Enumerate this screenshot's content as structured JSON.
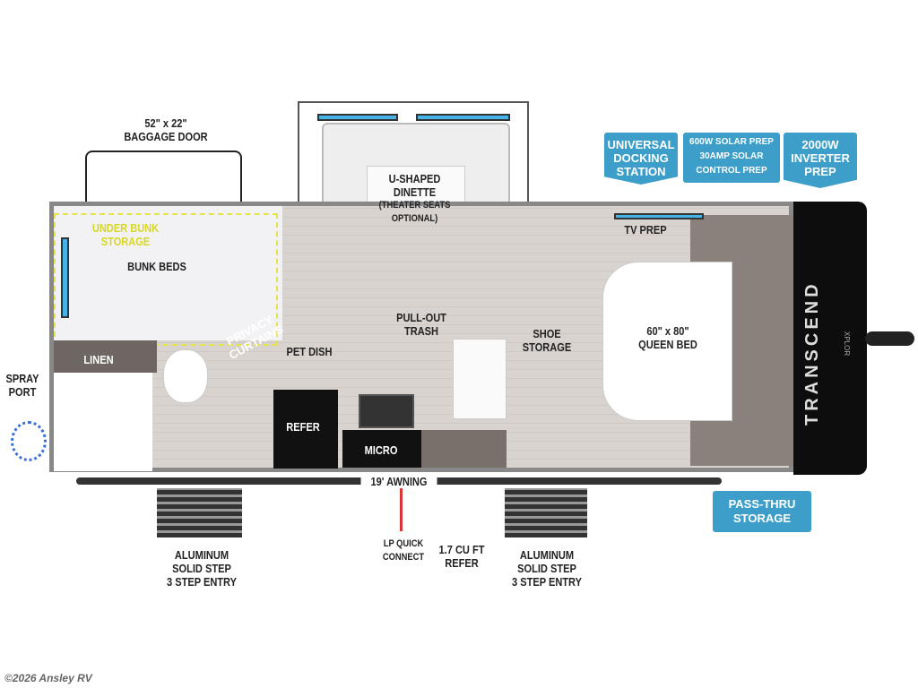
{
  "badges": {
    "docking": "UNIVERSAL DOCKING STATION",
    "solar": [
      "600W SOLAR PREP",
      "30AMP SOLAR",
      "CONTROL PREP"
    ],
    "inverter": "2000W INVERTER PREP",
    "pass_thru": "PASS-THRU STORAGE"
  },
  "labels": {
    "baggage": [
      "52\" x 22\"",
      "BAGGAGE DOOR"
    ],
    "dinette": [
      "U-SHAPED",
      "DINETTE",
      "(THEATER SEATS",
      "OPTIONAL)"
    ],
    "under_bunk": [
      "UNDER BUNK",
      "STORAGE"
    ],
    "bunk_beds": "BUNK BEDS",
    "linen": "LINEN",
    "privacy": [
      "PRIVACY",
      "CURTAINS"
    ],
    "pet_dish": "PET DISH",
    "refer": "REFER",
    "micro": "MICRO",
    "trash": [
      "PULL-OUT",
      "TRASH"
    ],
    "shoe": [
      "SHOE",
      "STORAGE"
    ],
    "tv": "TV PREP",
    "queen": [
      "60\" x 80\"",
      "QUEEN BED"
    ],
    "spray": [
      "SPRAY",
      "PORT"
    ],
    "awning": "19' AWNING",
    "step1": [
      "ALUMINUM",
      "SOLID STEP",
      "3 STEP ENTRY"
    ],
    "lp": [
      "LP QUICK",
      "CONNECT"
    ],
    "refer_ext": [
      "1.7 CU FT",
      "REFER"
    ],
    "step2": [
      "ALUMINUM",
      "SOLID STEP",
      "3 STEP ENTRY"
    ]
  },
  "logo": {
    "brand": "TRANSCEND",
    "model": "XPLOR"
  },
  "watermark": "©2026 Ansley RV",
  "colors": {
    "badge": "#3d9fc9",
    "storage_outline": "#e5e34a",
    "window": "#46b3e6"
  }
}
